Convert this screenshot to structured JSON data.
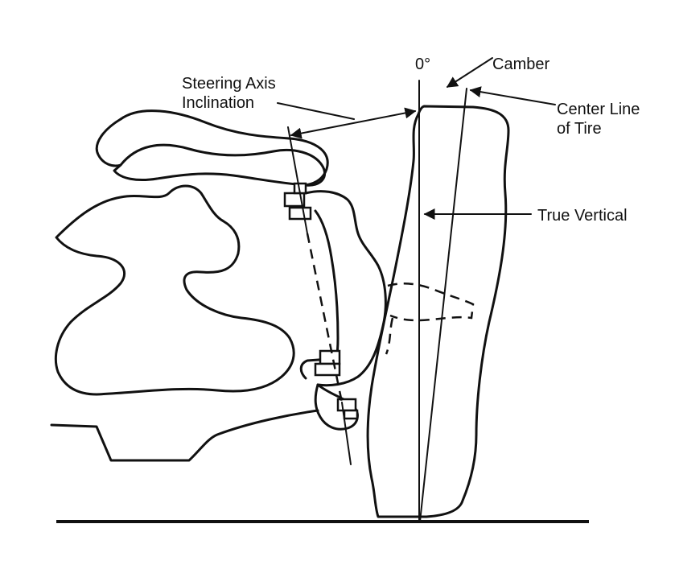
{
  "labels": {
    "steering_axis_line1": "Steering Axis",
    "steering_axis_line2": "Inclination",
    "zero_degree": "0°",
    "camber": "Camber",
    "center_line_line1": "Center Line",
    "center_line_line2": "of Tire",
    "true_vertical": "True Vertical"
  }
}
